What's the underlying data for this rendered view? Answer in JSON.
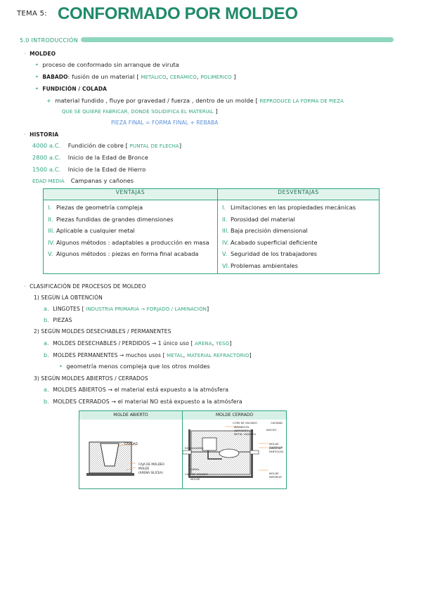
{
  "header": {
    "tema": "TEMA 5:",
    "title": "CONFORMADO POR MOLDEO"
  },
  "section": {
    "label": "5.0 INTRODUCCIÓN"
  },
  "molde": {
    "heading": "MOLDEO",
    "item1": "proceso de conformado sin arranque de viruta",
    "item2_label": "BABADO",
    "item2_text": ": fusión de un material [",
    "item2_m1": "METÁLICO",
    "item2_m2": "CERÁMICO",
    "item2_m3": "POLIMÉRICO",
    "item2_end": "]",
    "item3": "FUNDICIÓN / COLADA",
    "sub1_a": "material fundido , fluye por gravedad / fuerza , dentro de un molde [",
    "sub1_b": "REPRODUCE LA FORMA DE PIEZA",
    "sub1_c": "QUE SE QUIERE FABRICAR, DONDE SOLIDIFICA EL MATERIAL",
    "sub1_end": "]",
    "formula": "PIEZA FINAL = FORMA FINAL + REBABA"
  },
  "historia": {
    "heading": "HISTORIA",
    "rows": [
      {
        "year": "4000 a.C.",
        "text": "Fundición de cobre [",
        "note": "PUNTAL DE FLECHA",
        "end": "]"
      },
      {
        "year": "2800 a.C.",
        "text": "Inicio de la Edad de Bronce",
        "note": "",
        "end": ""
      },
      {
        "year": "1500 a.C.",
        "text": "Inicio de la Edad de Hierro",
        "note": "",
        "end": ""
      },
      {
        "year": "EDAD MEDIA",
        "text": "Campanas y cañones",
        "note": "",
        "end": ""
      }
    ]
  },
  "table": {
    "head_left": "VENTAJAS",
    "head_right": "DESVENTAJAS",
    "ventajas": [
      {
        "n": "I.",
        "t": "Piezas de geometría compleja"
      },
      {
        "n": "II.",
        "t": "Piezas fundidas de grandes dimensiones"
      },
      {
        "n": "III.",
        "t": "Aplicable a cualquier metal"
      },
      {
        "n": "IV.",
        "t": "Algunos métodos : adaptables a producción en masa"
      },
      {
        "n": "V.",
        "t": "Algunos métodos : piezas en forma final acabada"
      }
    ],
    "desventajas": [
      {
        "n": "I.",
        "t": "Limitaciones en las propiedades mecánicas"
      },
      {
        "n": "II.",
        "t": "Porosidad del material"
      },
      {
        "n": "III.",
        "t": "Baja precisión dimensional"
      },
      {
        "n": "IV.",
        "t": "Acabado superficial deficiente"
      },
      {
        "n": "V.",
        "t": "Seguridad de los trabajadores"
      },
      {
        "n": "VI.",
        "t": "Problemas ambientales"
      }
    ]
  },
  "clasificacion": {
    "heading": "CLASIFICACIÓN DE PROCESOS DE MOLDEO",
    "s1": "1) SEGÚN LA OBTENCIÓN",
    "s1a_label": "a.",
    "s1a_text": "LINGOTES [",
    "s1a_note": "INDUSTRIA PRIMARIA → FORJADO / LAMINACIÓN",
    "s1a_end": "]",
    "s1b_label": "b.",
    "s1b_text": "PIEZAS",
    "s2": "2) SEGÚN MOLDES DESECHABLES / PERMANENTES",
    "s2a_label": "a.",
    "s2a_text": "MOLDES DESECHABLES / PERDIDOS → 1 único uso [",
    "s2a_n1": "ARENA",
    "s2a_n2": "YESO",
    "s2a_end": "]",
    "s2b_label": "b.",
    "s2b_text": "MOLDES PERMANENTES → muchos usos [",
    "s2b_n1": "METAL",
    "s2b_n2": "MATERIAL REFRACTORIO",
    "s2b_end": "]",
    "s2b_sub": "geometría menos compleja que los otros moldes",
    "s3": "3) SEGÚN MOLDES ABIERTOS / CERRADOS",
    "s3a_label": "a.",
    "s3a_text": "MOLDES ABIERTOS → el material está expuesto a la atmósfera",
    "s3b_label": "b.",
    "s3b_text": "MOLDES CERRADOS → el material NO está expuesto a la atmósfera"
  },
  "figure": {
    "left_title": "MOLDE ABIERTO",
    "right_title": "MOLDE CERRADO",
    "left_labels": {
      "cavidad": "CAVIDAD",
      "caja": "CAJA DE MOLDEO",
      "molde": "MOLDE",
      "arena": "(ARENA SILÍCEA)"
    },
    "right_labels": {
      "copa": "COPA DE VACIADO",
      "mazarota": "MAZAROTA",
      "deposito": "(DEPÓSITO DE",
      "metal": "METAL LÍQUIDO)",
      "cavidad": "CAVIDAD",
      "macho": "MACHO",
      "sup": "MOLDE SUPERIOR",
      "linea": "LÍNEA DE PARTICIÓN",
      "rebosadero": "REBOSADERO",
      "canal": "CANAL",
      "caja": "CAJA DE MOLDEO",
      "molde": "MOLDE",
      "inferior": "MOLDE INFERIOR"
    }
  },
  "colors": {
    "accent": "#2fa482",
    "title": "#1f8a6a",
    "bar": "#8fd6bf",
    "blue": "#5a8fd8",
    "orange": "#e8893a"
  }
}
